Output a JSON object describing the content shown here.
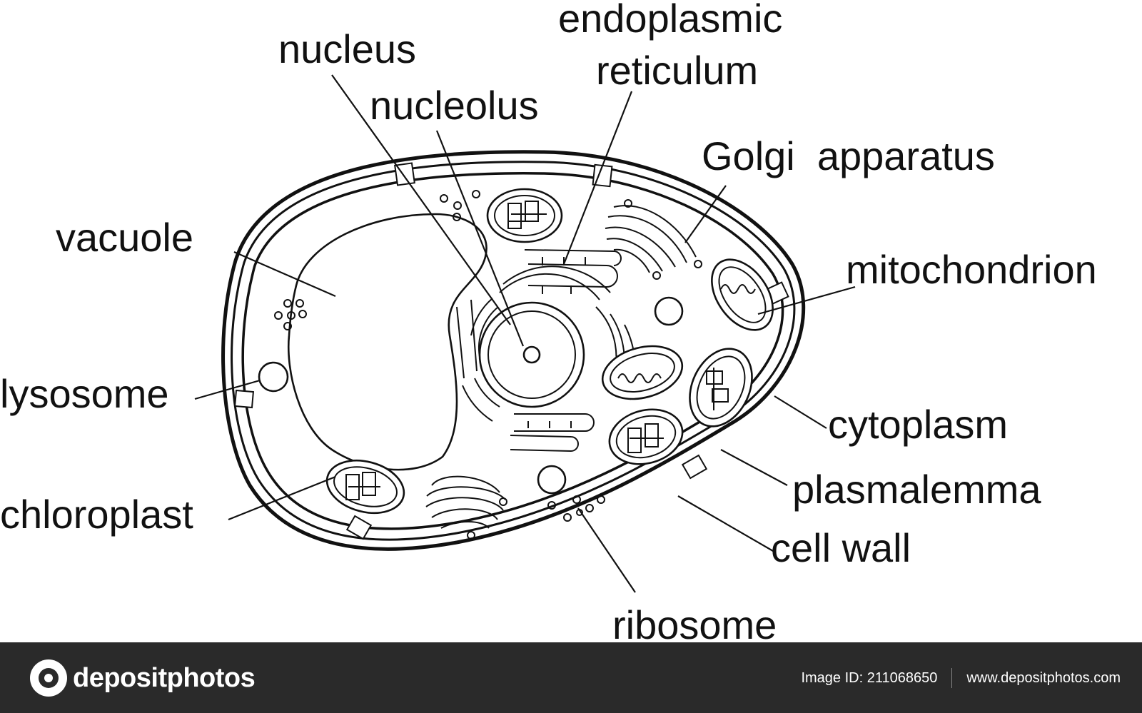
{
  "labels": {
    "endoplasmic_1": "endoplasmic",
    "endoplasmic_2": "reticulum",
    "nucleus": "nucleus",
    "nucleolus": "nucleolus",
    "golgi": "Golgi  apparatus",
    "vacuole": "vacuole",
    "mitochondrion": "mitochondrion",
    "lysosome": "lysosome",
    "cytoplasm": "cytoplasm",
    "plasmalemma": "plasmalemma",
    "chloroplast": "chloroplast",
    "cell_wall": "cell wall",
    "ribosome": "ribosome"
  },
  "footer": {
    "brand": "depositphotos",
    "brand_logo_icon": "camera-aperture-icon",
    "image_id": "Image ID: 211068650",
    "url": "www.depositphotos.com",
    "background": "#2a2a2a"
  }
}
